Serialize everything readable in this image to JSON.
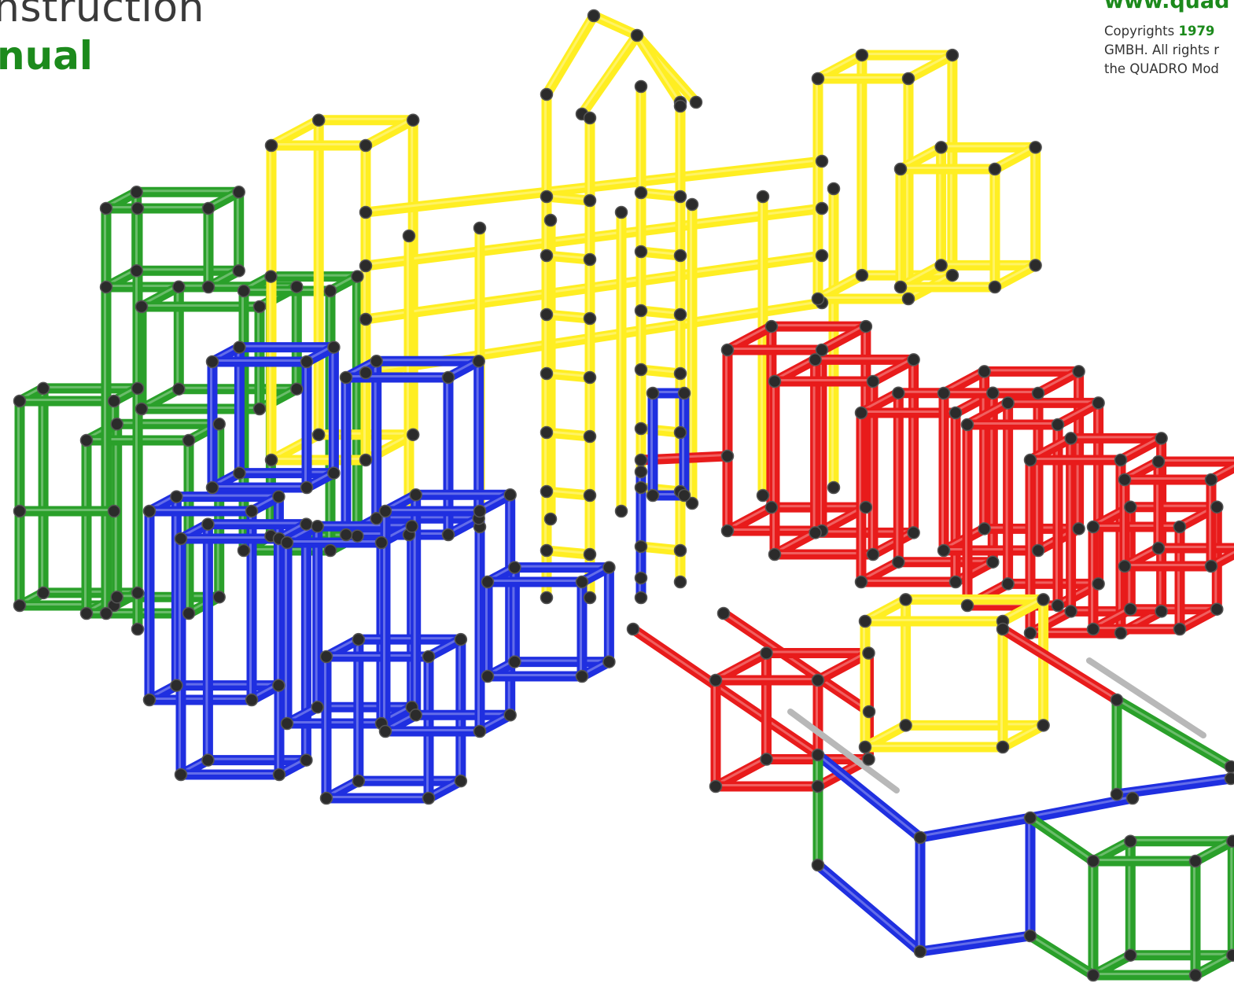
{
  "header": {
    "title_line1": "nstruction",
    "title_line2": "nual",
    "url": "www.quad",
    "copyright_line1_prefix": "Copyrights",
    "copyright_year": "1979",
    "copyright_line2": "GMBH. All rights r",
    "copyright_line3": "the QUADRO Mod"
  },
  "colors": {
    "green": "#2aa02a",
    "yellow": "#ffee22",
    "blue": "#1f2fe0",
    "red": "#e81b1b",
    "joint": "#2b2b2b",
    "rail": "#b8b8b8"
  }
}
